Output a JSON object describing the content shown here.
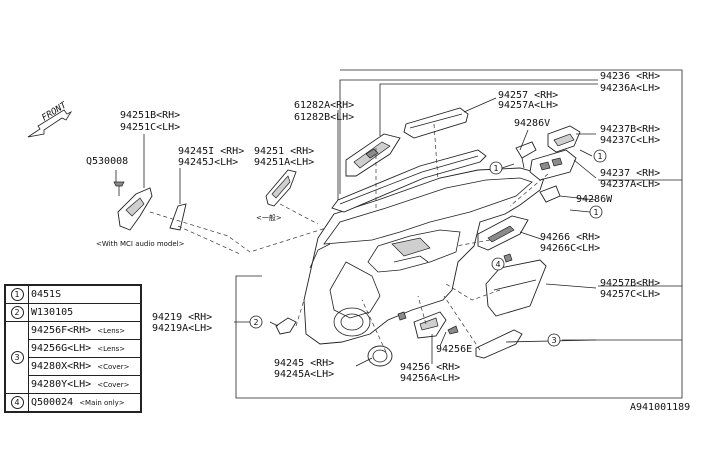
{
  "front_label": "FRONT",
  "diagram_code": "A941001189",
  "parts": {
    "p94236": [
      "94236 <RH>",
      "94236A<LH>"
    ],
    "p94257": [
      "94257 <RH>",
      "94257A<LH>"
    ],
    "p61282": [
      "61282A<RH>",
      "61282B<LH>"
    ],
    "p94251b": [
      "94251B<RH>",
      "94251C<LH>"
    ],
    "p94245i": [
      "94245I <RH>",
      "94245J<LH>"
    ],
    "p94251": [
      "94251 <RH>",
      "94251A<LH>"
    ],
    "q530008": "Q530008",
    "mci_note": "<With MCI audio model>",
    "ippan": "<一般>",
    "p94286v": "94286V",
    "p94237b": [
      "94237B<RH>",
      "94237C<LH>"
    ],
    "p94237": [
      "94237 <RH>",
      "94237A<LH>"
    ],
    "p94286w": "94286W",
    "p94266": [
      "94266 <RH>",
      "94266C<LH>"
    ],
    "p94257b": [
      "94257B<RH>",
      "94257C<LH>"
    ],
    "p94219": [
      "94219 <RH>",
      "94219A<LH>"
    ],
    "p94256e": "94256E",
    "p94245": [
      "94245 <RH>",
      "94245A<LH>"
    ],
    "p94256": [
      "94256 <RH>",
      "94256A<LH>"
    ]
  },
  "callouts": [
    "1",
    "2",
    "3",
    "4"
  ],
  "legend": [
    {
      "num": "1",
      "rows": [
        {
          "part": "0451S",
          "note": ""
        }
      ]
    },
    {
      "num": "2",
      "rows": [
        {
          "part": "W130105",
          "note": ""
        }
      ]
    },
    {
      "num": "3",
      "rows": [
        {
          "part": "94256F<RH>",
          "note": "<Lens>"
        },
        {
          "part": "94256G<LH>",
          "note": "<Lens>"
        },
        {
          "part": "94280X<RH>",
          "note": "<Cover>"
        },
        {
          "part": "94280Y<LH>",
          "note": "<Cover>"
        }
      ]
    },
    {
      "num": "4",
      "rows": [
        {
          "part": "Q500024",
          "note": "<Main only>"
        }
      ]
    }
  ]
}
